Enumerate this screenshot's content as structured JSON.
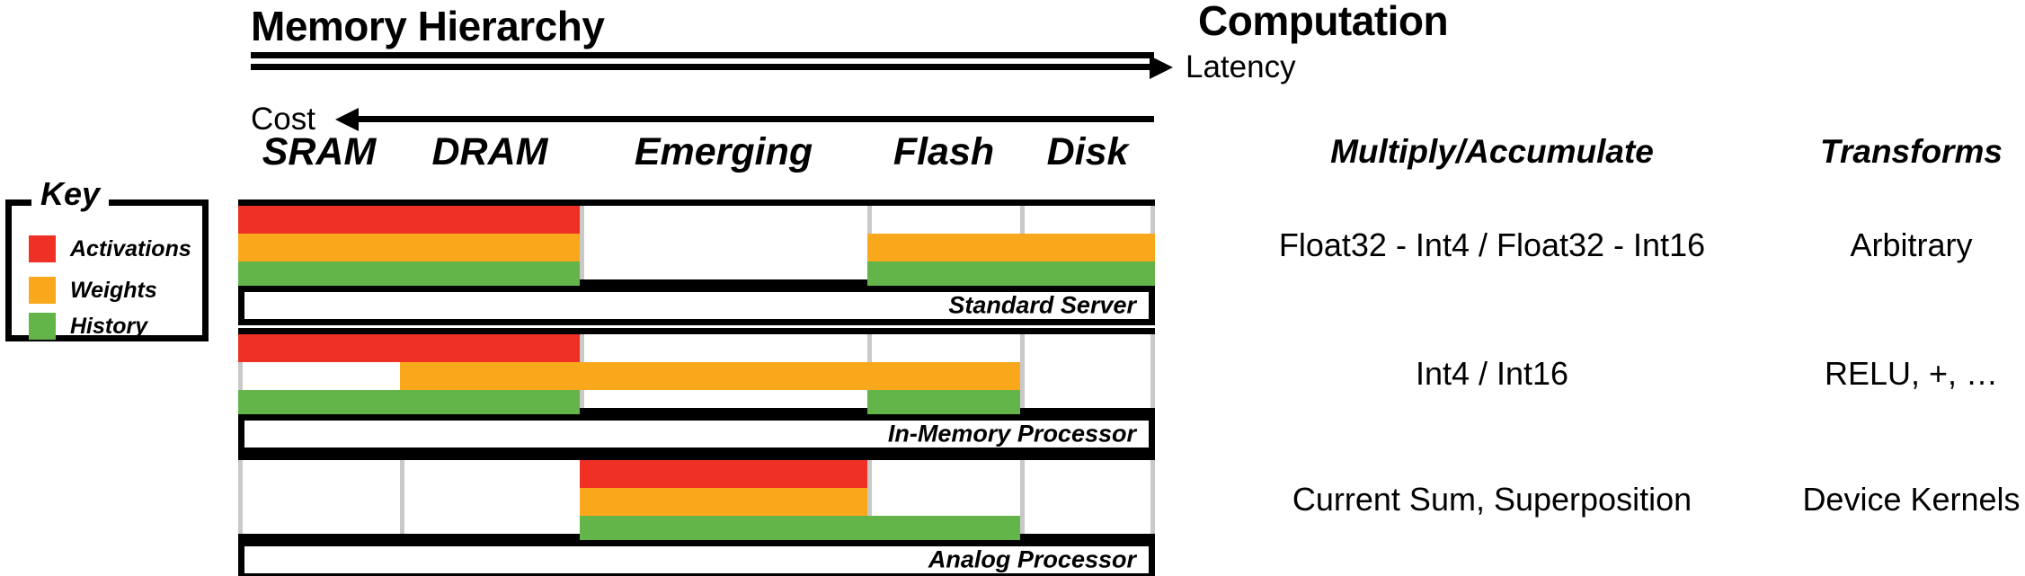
{
  "sections": {
    "memory": {
      "title": "Memory Hierarchy"
    },
    "computation": {
      "title": "Computation"
    }
  },
  "axes": {
    "latency": {
      "label": "Latency",
      "direction": "right",
      "icon": "arrow-right-icon"
    },
    "cost": {
      "label": "Cost",
      "direction": "left",
      "icon": "arrow-left-icon"
    }
  },
  "key": {
    "title": "Key",
    "items": [
      {
        "label": "Activations",
        "color": "#EE3124"
      },
      {
        "label": "Weights",
        "color": "#F9A81B"
      },
      {
        "label": "History",
        "color": "#63B54A"
      }
    ]
  },
  "colors": {
    "activations": "#EE3124",
    "weights": "#F9A81B",
    "history": "#63B54A",
    "divider": "#c9c9c9",
    "border": "#000000",
    "background": "#ffffff"
  },
  "memory_columns": [
    {
      "name": "SRAM",
      "start": 0,
      "end": 180
    },
    {
      "name": "DRAM",
      "start": 180,
      "end": 380
    },
    {
      "name": "Emerging",
      "start": 380,
      "end": 700
    },
    {
      "name": "Flash",
      "start": 700,
      "end": 870
    },
    {
      "name": "Disk",
      "start": 870,
      "end": 1020
    }
  ],
  "memory_rows": [
    {
      "label": "Standard Server",
      "bars": [
        {
          "kind": "activations",
          "spans": [
            [
              "SRAM",
              "DRAM"
            ]
          ]
        },
        {
          "kind": "weights",
          "spans": [
            [
              "SRAM",
              "DRAM"
            ],
            [
              "Flash",
              "Disk"
            ]
          ]
        },
        {
          "kind": "history",
          "spans": [
            [
              "SRAM",
              "DRAM"
            ],
            [
              "Flash",
              "Disk"
            ]
          ]
        }
      ]
    },
    {
      "label": "In-Memory Processor",
      "bars": [
        {
          "kind": "activations",
          "spans": [
            [
              "SRAM",
              "DRAM"
            ]
          ]
        },
        {
          "kind": "weights",
          "spans": [
            [
              "DRAM",
              "Flash"
            ]
          ]
        },
        {
          "kind": "history",
          "spans": [
            [
              "SRAM",
              "DRAM"
            ],
            [
              "Flash",
              "Flash"
            ]
          ]
        }
      ]
    },
    {
      "label": "Analog Processor",
      "bars": [
        {
          "kind": "activations",
          "spans": [
            [
              "Emerging",
              "Emerging"
            ]
          ]
        },
        {
          "kind": "weights",
          "spans": [
            [
              "Emerging",
              "Emerging"
            ]
          ]
        },
        {
          "kind": "history",
          "spans": [
            [
              "Emerging",
              "Flash"
            ]
          ]
        }
      ]
    }
  ],
  "computation": {
    "headers": [
      "Multiply/Accumulate",
      "Transforms"
    ],
    "rows": [
      {
        "mac": "Float32 - Int4 / Float32 - Int16",
        "transforms": "Arbitrary"
      },
      {
        "mac": "Int4 / Int16",
        "transforms": "RELU, +, …"
      },
      {
        "mac": "Current Sum, Superposition",
        "transforms": "Device Kernels"
      }
    ]
  }
}
